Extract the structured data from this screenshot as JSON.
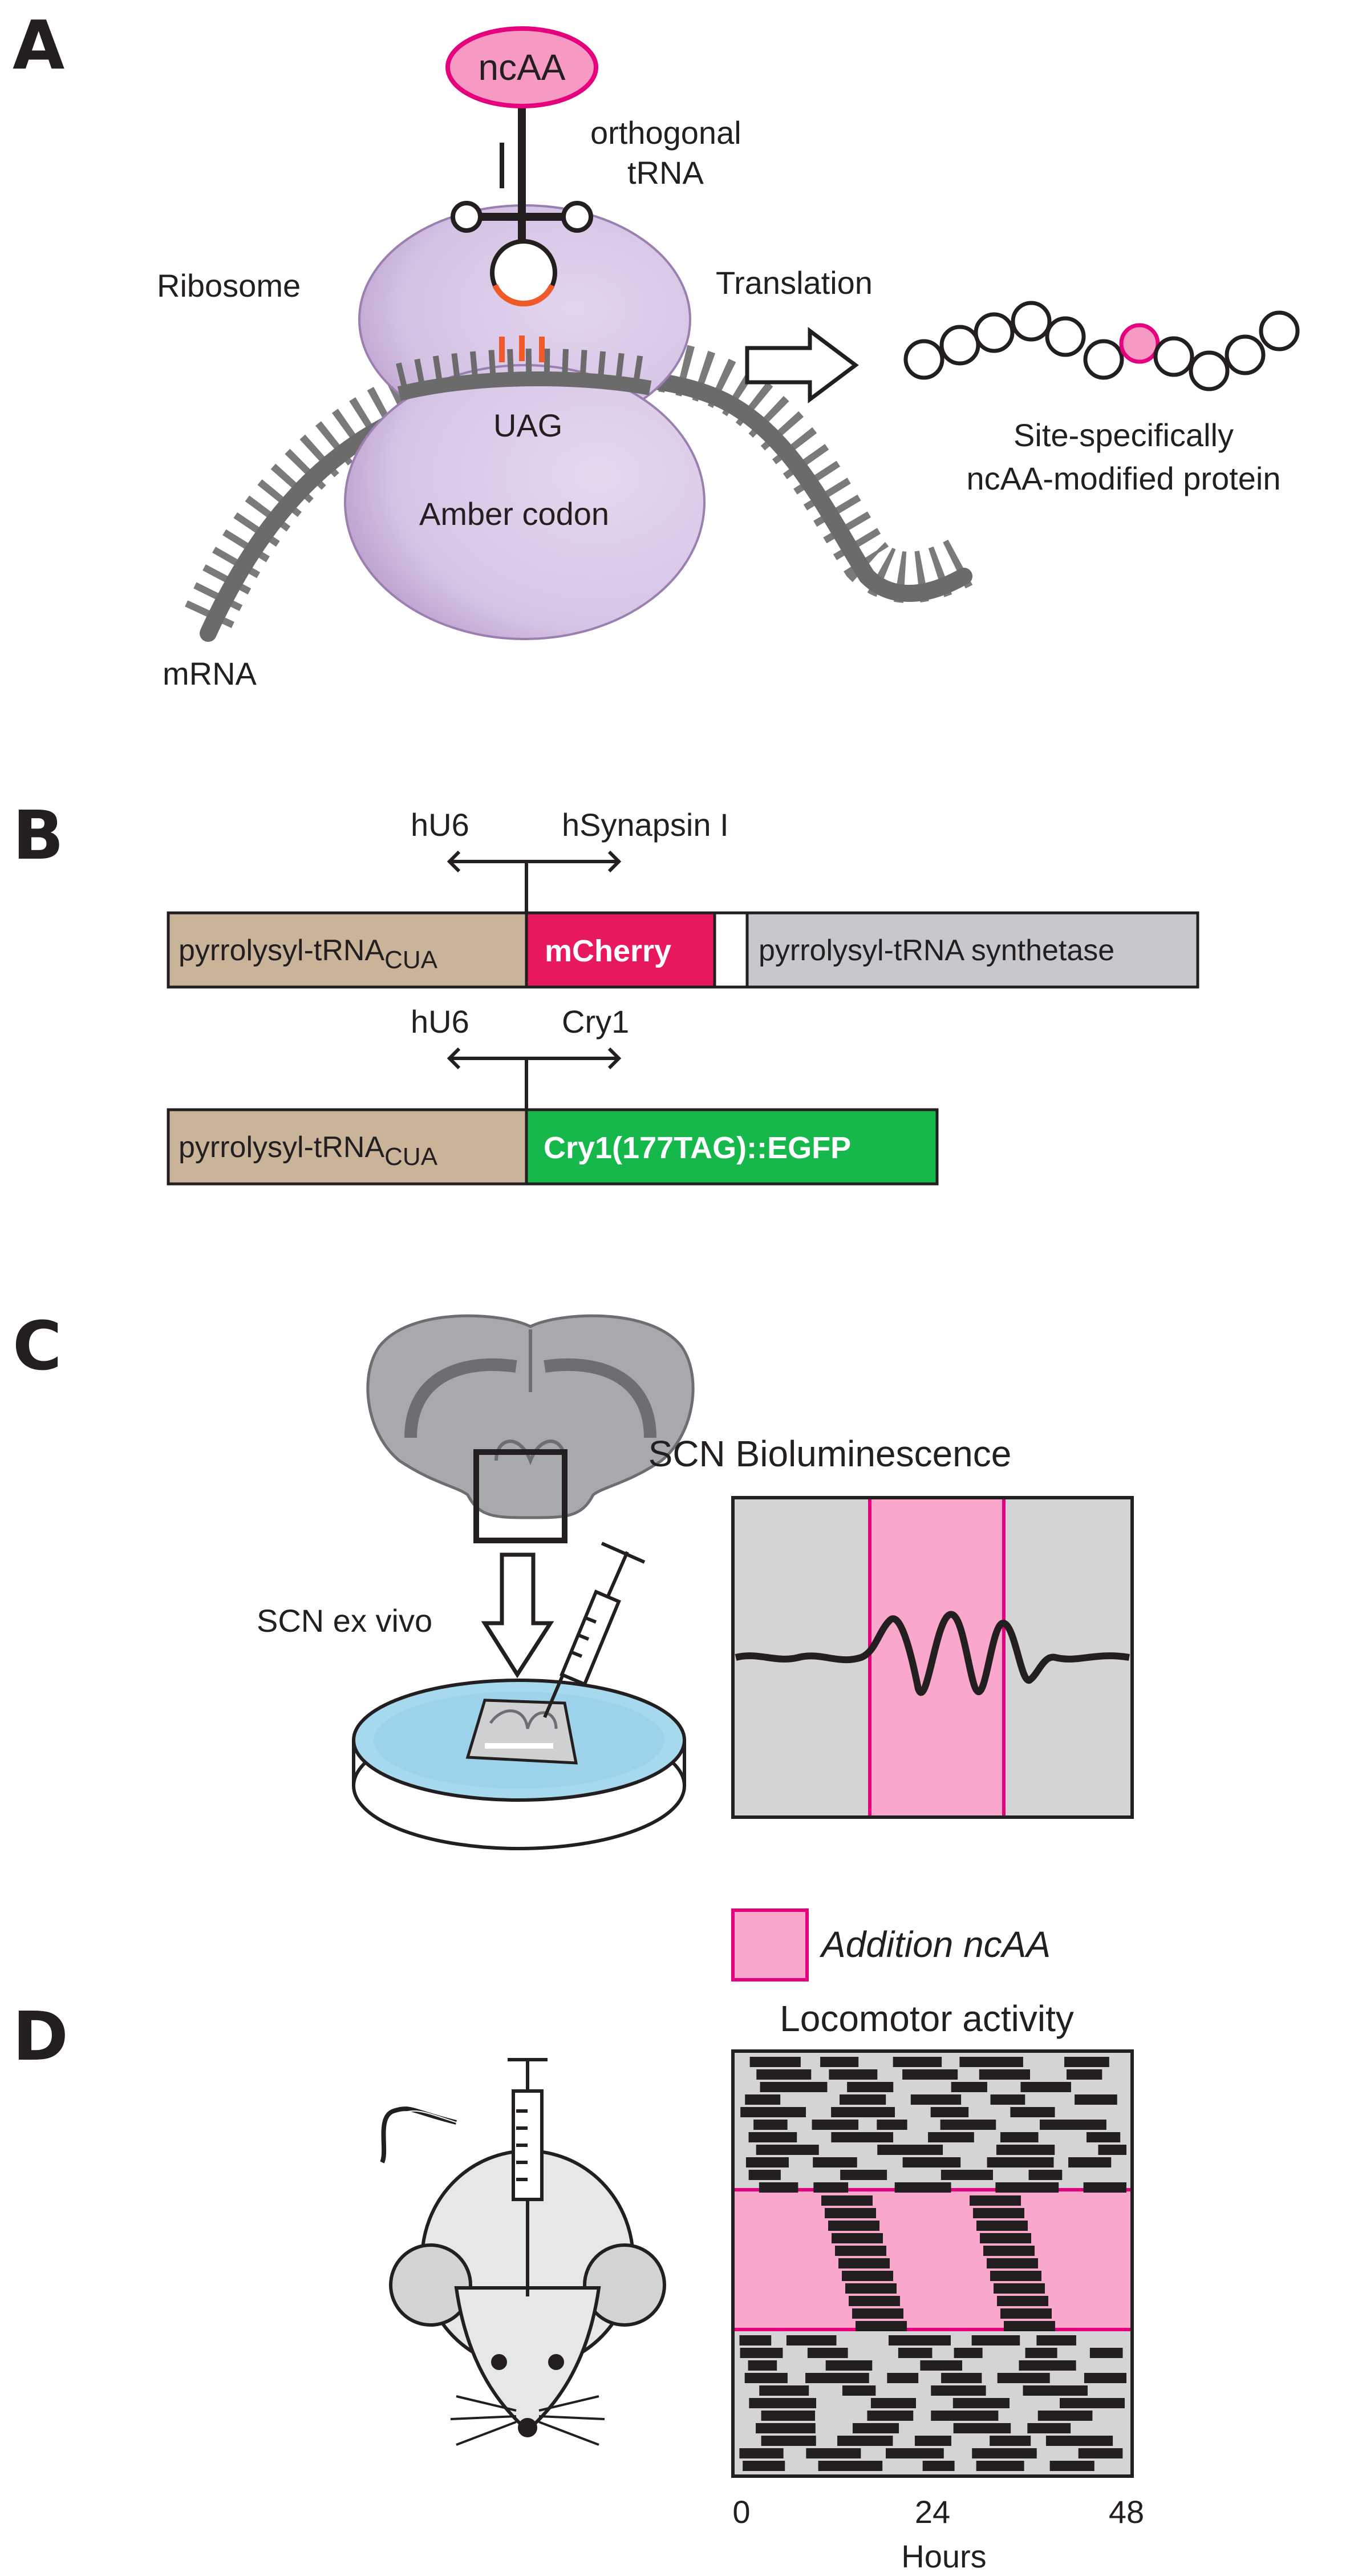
{
  "panels": {
    "a": "A",
    "b": "B",
    "c": "C",
    "d": "D"
  },
  "panel_a": {
    "ncaa": "ncAA",
    "trna_line1": "orthogonal",
    "trna_line2": "tRNA",
    "ribosome": "Ribosome",
    "translation": "Translation",
    "codon": "UAG",
    "amber": "Amber codon",
    "mrna": "mRNA",
    "protein_line1": "Site-specifically",
    "protein_line2": "ncAA-modified protein"
  },
  "panel_b": {
    "construct1": {
      "promoter_left": "hU6",
      "promoter_right": "hSynapsin I",
      "trna_box_main": "pyrrolysyl-tRNA",
      "trna_box_sub": "CUA",
      "reporter": "mCherry",
      "synthetase": "pyrrolysyl-tRNA synthetase"
    },
    "construct2": {
      "promoter_left": "hU6",
      "promoter_right": "Cry1",
      "trna_box_main": "pyrrolysyl-tRNA",
      "trna_box_sub": "CUA",
      "reporter": "Cry1(177TAG)::EGFP"
    }
  },
  "panel_c": {
    "explant": "SCN ex vivo",
    "plot_title": "SCN Bioluminescence"
  },
  "legend": {
    "label": "Addition ncAA",
    "color": "#f9a8cc"
  },
  "panel_d": {
    "plot_title": "Locomotor activity",
    "x_ticks": [
      "0",
      "24",
      "48"
    ],
    "x_label": "Hours"
  },
  "colors": {
    "ribosome": "#d9c7e6",
    "ncaa_fill": "#f79ac3",
    "ncaa_stroke": "#e6007e",
    "trna_box": "#c9b49a",
    "mcherry": "#e8185f",
    "synthetase": "#c8c8cc",
    "egfp": "#16b84b",
    "plot_bg": "#d4d4d6",
    "highlight": "#f9a8cc",
    "highlight_line": "#e6007e"
  }
}
